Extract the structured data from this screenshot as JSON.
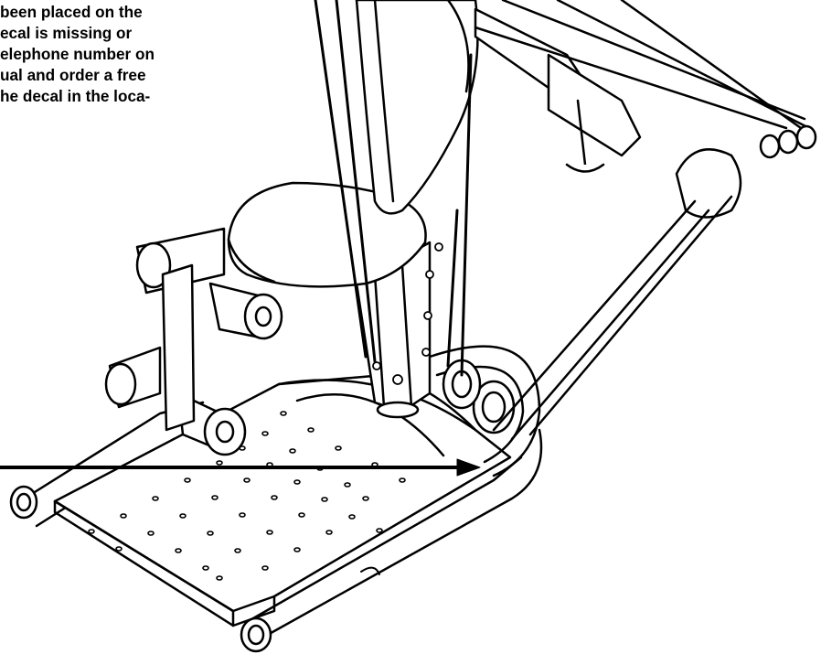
{
  "text_lines": [
    "been placed on the",
    "ecal is missing or",
    "elephone number on",
    "ual and order a free",
    "he decal in the loca-"
  ],
  "colors": {
    "ink": "#000000",
    "paper": "#ffffff"
  },
  "icons": {
    "arrow": "arrow-right-icon"
  }
}
